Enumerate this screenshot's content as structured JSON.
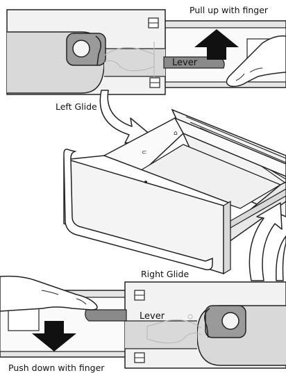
{
  "labels": {
    "pull_up": "Pull up with finger",
    "left_glide": "Left Glide",
    "lever_top": "Lever",
    "right_glide": "Right Glide",
    "lever_bottom": "Lever",
    "push_down": "Push down with finger"
  },
  "colors": {
    "rail_fill": "#d9d9d9",
    "panel_fill": "#f2f2f2",
    "lever_fill": "#8a8a8a",
    "arrow_fill": "#111111",
    "outline": "#222222"
  },
  "icons": {
    "up_arrow": "arrow-up-icon",
    "down_arrow": "arrow-down-icon",
    "curved_arrow": "curved-arrow-icon"
  }
}
